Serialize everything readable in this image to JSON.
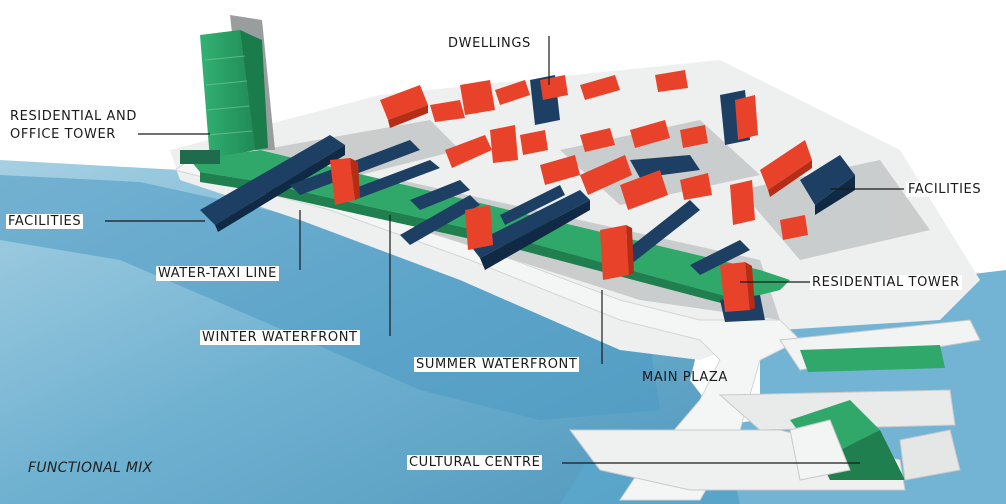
{
  "labels": {
    "dwellings": "DWELLINGS",
    "res_office_line1": "RESIDENTIAL AND",
    "res_office_line2": "OFFICE TOWER",
    "facilities_left": "FACILITIES",
    "facilities_right": "FACILITIES",
    "water_taxi": "WATER-TAXI LINE",
    "residential_tower": "RESIDENTIAL TOWER",
    "winter_waterfront": "WINTER WATERFRONT",
    "summer_waterfront": "SUMMER WATERFRONT",
    "main_plaza": "MAIN PLAZA",
    "cultural_centre": "CULTURAL CENTRE"
  },
  "caption": "FUNCTIONAL MIX",
  "colors": {
    "residential": "#e8432a",
    "facilities": "#1d3f63",
    "green_link": "#2fa86a",
    "water": "#6fb4d4",
    "ground": "#d9dcdc",
    "shadow": "#b8bcbc"
  }
}
